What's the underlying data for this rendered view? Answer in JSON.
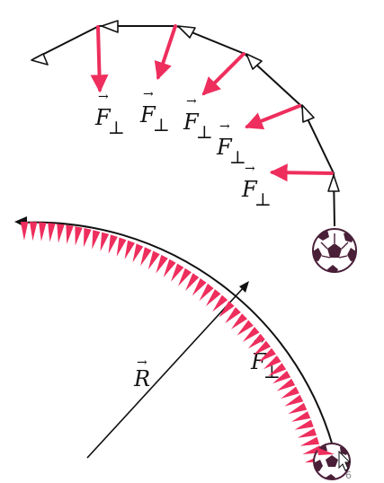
{
  "diagram": {
    "labels": {
      "force_perp": "F",
      "perp_symbol": "⊥",
      "vector_arrow": "→",
      "radius": "R"
    },
    "page_number": "6",
    "colors": {
      "force_arrow": "#ee2e5d",
      "path": "#111111",
      "ball_fill": "#ffffff",
      "ball_patch": "#4a2038"
    },
    "icons": {
      "ball": "soccer-ball-icon",
      "cursor": "mouse-pointer-icon"
    }
  }
}
